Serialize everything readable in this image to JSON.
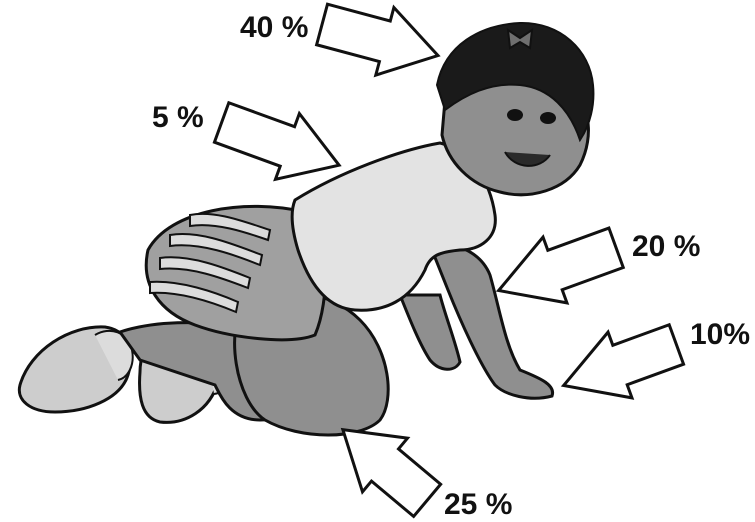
{
  "figure": {
    "labels": {
      "head": "40 %",
      "back": "5 %",
      "arm": "20 %",
      "hand": "10%",
      "leg": "25 %"
    },
    "icons": {
      "figure": "crawling-baby-illustration",
      "arrow": "outline-block-arrow"
    },
    "colors": {
      "outline": "#111111",
      "skin": "#8f8f8f",
      "hair": "#1a1a1a",
      "shirt": "#e3e3e3",
      "diaper": "#a0a0a0",
      "ruffle": "#dcdcdc",
      "shoe": "#cdcdcd",
      "arrow_fill": "#ffffff"
    }
  }
}
